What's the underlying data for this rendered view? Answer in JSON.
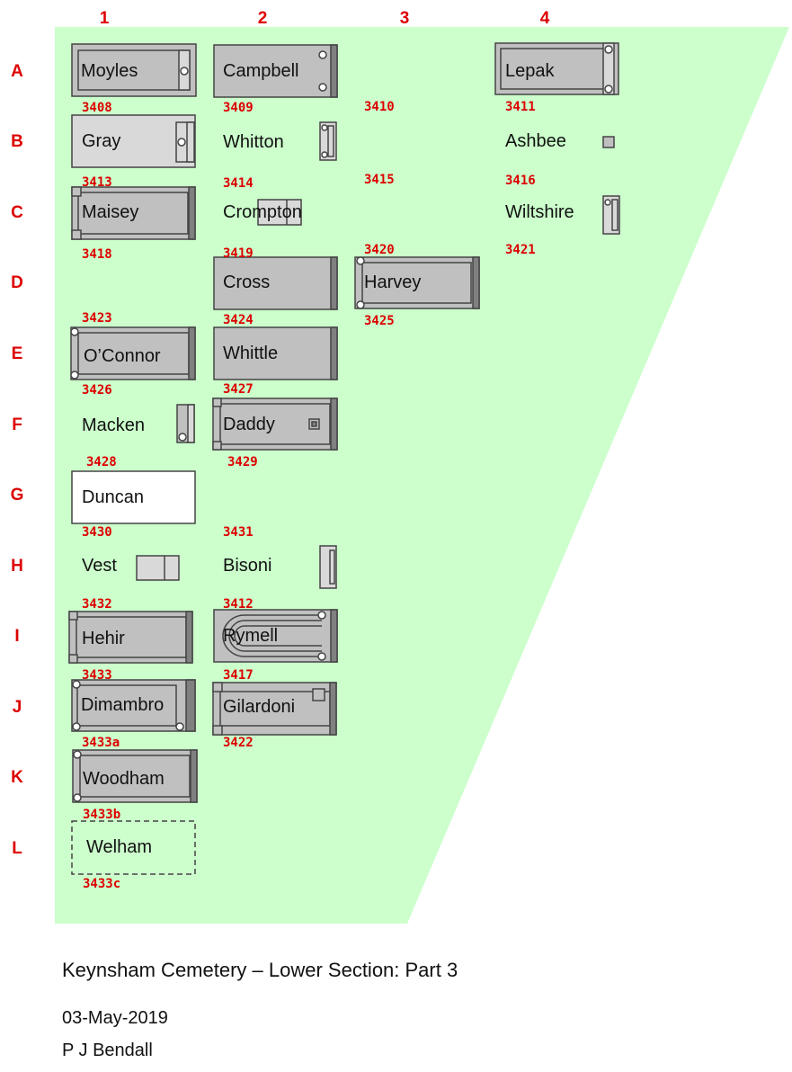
{
  "columns": [
    "1",
    "2",
    "3",
    "4"
  ],
  "rows": [
    "A",
    "B",
    "C",
    "D",
    "E",
    "F",
    "G",
    "H",
    "I",
    "J",
    "K",
    "L"
  ],
  "colors": {
    "area": "#ccffcc",
    "label": "#dd0000",
    "stone": "#c0c0c0",
    "stone_light": "#d9d9d9",
    "border": "#444444",
    "text": "#111111"
  },
  "plots": [
    {
      "id": "moyles",
      "name": "Moyles",
      "number": "3408",
      "col": "1",
      "row": "A"
    },
    {
      "id": "campbell",
      "name": "Campbell",
      "number": "3409",
      "col": "2",
      "row": "A"
    },
    {
      "id": "plot-3410",
      "name": "",
      "number": "3410",
      "col": "3",
      "row": "A"
    },
    {
      "id": "lepak",
      "name": "Lepak",
      "number": "3411",
      "col": "4",
      "row": "A"
    },
    {
      "id": "gray",
      "name": "Gray",
      "number": "3413",
      "col": "1",
      "row": "B"
    },
    {
      "id": "whitton",
      "name": "Whitton",
      "number": "3414",
      "col": "2",
      "row": "B"
    },
    {
      "id": "plot-3415",
      "name": "",
      "number": "3415",
      "col": "3",
      "row": "B"
    },
    {
      "id": "ashbee",
      "name": "Ashbee",
      "number": "3416",
      "col": "4",
      "row": "B"
    },
    {
      "id": "maisey",
      "name": "Maisey",
      "number": "3418",
      "col": "1",
      "row": "C"
    },
    {
      "id": "crompton",
      "name": "Crompton",
      "number": "3419",
      "col": "2",
      "row": "C"
    },
    {
      "id": "plot-3420",
      "name": "",
      "number": "3420",
      "col": "3",
      "row": "C"
    },
    {
      "id": "wiltshire",
      "name": "Wiltshire",
      "number": "3421",
      "col": "4",
      "row": "C"
    },
    {
      "id": "plot-3423",
      "name": "",
      "number": "3423",
      "col": "1",
      "row": "D"
    },
    {
      "id": "cross",
      "name": "Cross",
      "number": "3424",
      "col": "2",
      "row": "D"
    },
    {
      "id": "harvey",
      "name": "Harvey",
      "number": "3425",
      "col": "3",
      "row": "D"
    },
    {
      "id": "oconnor",
      "name": "O’Connor",
      "number": "3426",
      "col": "1",
      "row": "E"
    },
    {
      "id": "whittle",
      "name": "Whittle",
      "number": "3427",
      "col": "2",
      "row": "E"
    },
    {
      "id": "macken",
      "name": "Macken",
      "number": "3428",
      "col": "1",
      "row": "F"
    },
    {
      "id": "daddy",
      "name": "Daddy",
      "number": "3429",
      "col": "2",
      "row": "F"
    },
    {
      "id": "duncan",
      "name": "Duncan",
      "number": "3430",
      "col": "1",
      "row": "G"
    },
    {
      "id": "plot-3431",
      "name": "",
      "number": "3431",
      "col": "2",
      "row": "G"
    },
    {
      "id": "vest",
      "name": "Vest",
      "number": "3432",
      "col": "1",
      "row": "H"
    },
    {
      "id": "bisoni",
      "name": "Bisoni",
      "number": "3412",
      "col": "2",
      "row": "H"
    },
    {
      "id": "hehir",
      "name": "Hehir",
      "number": "3433",
      "col": "1",
      "row": "I"
    },
    {
      "id": "rymell",
      "name": "Rymell",
      "number": "3417",
      "col": "2",
      "row": "I"
    },
    {
      "id": "dimambro",
      "name": "Dimambro",
      "number": "3433a",
      "col": "1",
      "row": "J"
    },
    {
      "id": "gilardoni",
      "name": "Gilardoni",
      "number": "3422",
      "col": "2",
      "row": "J"
    },
    {
      "id": "woodham",
      "name": "Woodham",
      "number": "3433b",
      "col": "1",
      "row": "K"
    },
    {
      "id": "welham",
      "name": "Welham",
      "number": "3433c",
      "col": "1",
      "row": "L"
    }
  ],
  "footer": {
    "title": "Keynsham Cemetery – Lower Section: Part 3",
    "date": "03-May-2019",
    "author": "P J Bendall"
  }
}
